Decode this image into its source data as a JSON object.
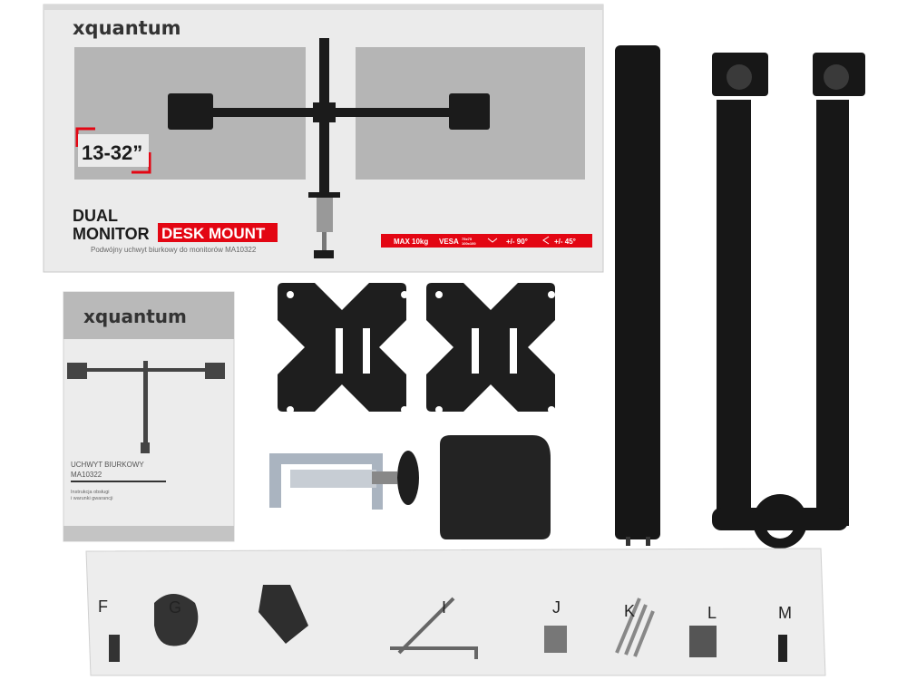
{
  "box": {
    "brand": "xquantum",
    "size_badge": "13-32”",
    "title_line1": "DUAL",
    "title_line2": "MONITOR",
    "title_highlight": "DESK MOUNT",
    "subtitle": "Podwójny uchwyt biurkowy do monitorów MA10322",
    "specs": {
      "max_load": "MAX 10kg",
      "vesa_label": "VESA",
      "vesa_sizes": [
        "75x75",
        "100x100"
      ],
      "tilt": "+/- 90°",
      "swivel": "+/- 45°"
    },
    "accent_color": "#e30613"
  },
  "manual": {
    "brand": "xquantum",
    "title_line1": "UCHWYT BIURKOWY",
    "title_line2": "MA10322",
    "desc_line1": "Instrukcja obsługi",
    "desc_line2": "i warunki gwarancji"
  },
  "hardware_bag": {
    "labels": [
      "F",
      "G",
      "I",
      "J",
      "K",
      "L",
      "M"
    ]
  }
}
